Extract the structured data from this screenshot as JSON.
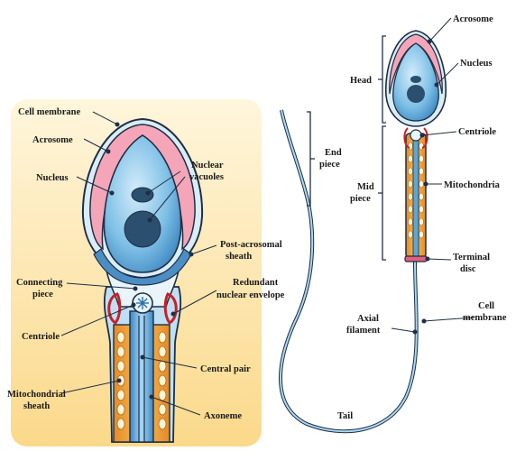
{
  "left_labels": {
    "cell_membrane": "Cell membrane",
    "acrosome": "Acrosome",
    "nucleus": "Nucleus",
    "nuclear_vacuoles_1": "Nuclear",
    "nuclear_vacuoles_2": "vacuoles",
    "post_acrosomal_1": "Post-acrosomal",
    "post_acrosomal_2": "sheath",
    "connecting_piece_1": "Connecting",
    "connecting_piece_2": "piece",
    "redundant_1": "Redundant",
    "redundant_2": "nuclear envelope",
    "centriole": "Centriole",
    "central_pair": "Central pair",
    "mito_sheath_1": "Mitochondrial",
    "mito_sheath_2": "sheath",
    "axoneme": "Axoneme"
  },
  "right_labels": {
    "acrosome": "Acrosome",
    "nucleus": "Nucleus",
    "head": "Head",
    "centriole": "Centriole",
    "mid_piece_1": "Mid",
    "mid_piece_2": "piece",
    "mitochondria": "Mitochondria",
    "end_piece_1": "End",
    "end_piece_2": "piece",
    "terminal_disc_1": "Terminal",
    "terminal_disc_2": "disc",
    "cell_membrane_1": "Cell",
    "cell_membrane_2": "membrane",
    "axial_filament_1": "Axial",
    "axial_filament_2": "filament",
    "tail": "Tail"
  },
  "colors": {
    "background_panel": "#fde9b8",
    "head_blue": "#5aa8d8",
    "acrosome_pink": "#f4a6b8",
    "midpiece_orange": "#f0a640",
    "outline": "#1f2e44",
    "red_envelope": "#c8202a"
  }
}
